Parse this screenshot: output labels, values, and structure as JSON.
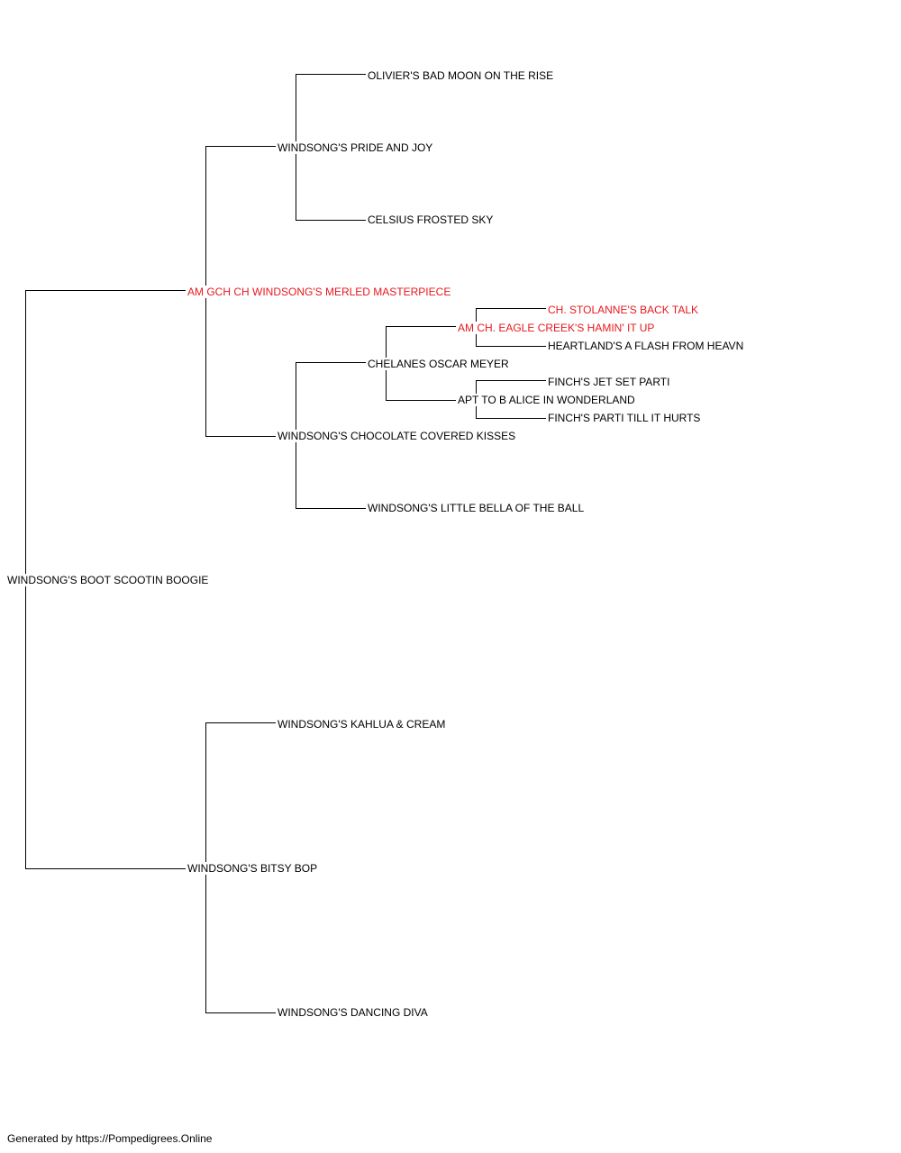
{
  "colors": {
    "default_text": "#000000",
    "champion_text": "#e8181e",
    "connector": "#000000",
    "background": "#ffffff"
  },
  "pedigree": {
    "subject": {
      "name": "WINDSONG'S BOOT SCOOTIN BOOGIE",
      "champion": false
    },
    "sire": {
      "name": "AM GCH CH WINDSONG'S MERLED MASTERPIECE",
      "champion": true
    },
    "dam": {
      "name": "WINDSONG'S BITSY BOP",
      "champion": false
    },
    "sire_sire": {
      "name": "WINDSONG'S PRIDE AND JOY",
      "champion": false
    },
    "sire_dam": {
      "name": "WINDSONG'S CHOCOLATE COVERED KISSES",
      "champion": false
    },
    "dam_sire": {
      "name": "WINDSONG'S KAHLUA & CREAM",
      "champion": false
    },
    "dam_dam": {
      "name": "WINDSONG'S DANCING DIVA",
      "champion": false
    },
    "sire_sire_sire": {
      "name": "OLIVIER'S BAD MOON ON THE RISE",
      "champion": false
    },
    "sire_sire_dam": {
      "name": "CELSIUS FROSTED SKY",
      "champion": false
    },
    "sire_dam_sire": {
      "name": "CHELANES OSCAR MEYER",
      "champion": false
    },
    "sire_dam_dam": {
      "name": "WINDSONG'S LITTLE BELLA OF THE BALL",
      "champion": false
    },
    "sire_dam_sire_sire": {
      "name": "AM CH. EAGLE CREEK'S HAMIN' IT UP",
      "champion": true
    },
    "sire_dam_sire_dam": {
      "name": "APT TO B ALICE IN WONDERLAND",
      "champion": false
    },
    "sire_dam_sire_sire_sire": {
      "name": "CH. STOLANNE'S BACK TALK",
      "champion": true
    },
    "sire_dam_sire_sire_dam": {
      "name": "HEARTLAND'S A FLASH FROM HEAVN",
      "champion": false
    },
    "sire_dam_sire_dam_sire": {
      "name": "FINCH'S JET SET PARTI",
      "champion": false
    },
    "sire_dam_sire_dam_dam": {
      "name": "FINCH'S PARTI TILL IT HURTS",
      "champion": false
    }
  },
  "footer": "Generated by https://Pompedigrees.Online"
}
